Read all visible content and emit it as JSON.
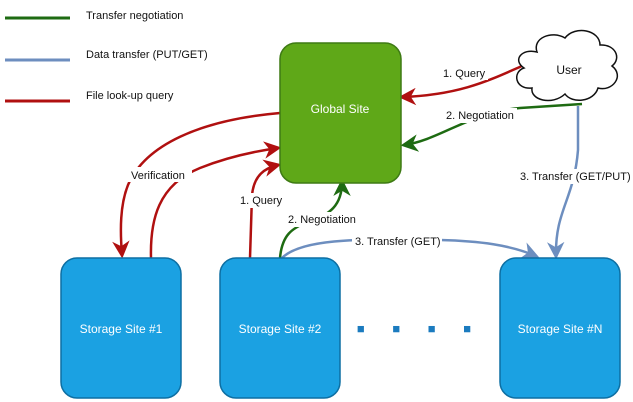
{
  "legend": [
    {
      "label": "Transfer negotiation",
      "color": "#1e6b12"
    },
    {
      "label": "Data transfer (PUT/GET)",
      "color": "#6d8ebf"
    },
    {
      "label": "File look-up query",
      "color": "#b01010"
    }
  ],
  "nodes": {
    "global": {
      "label": "Global Site"
    },
    "user": {
      "label": "User"
    },
    "storage1": {
      "label": "Storage Site #1"
    },
    "storage2": {
      "label": "Storage Site #2"
    },
    "storageN": {
      "label": "Storage Site #N"
    },
    "ellipsis": "■ ■ ■ ■"
  },
  "edge_labels": {
    "user_query": "1. Query",
    "user_negotiation": "2. Negotiation",
    "user_transfer": "3. Transfer (GET/PUT)",
    "verification": "Verification",
    "s2_query": "1. Query",
    "s2_negotiation": "2. Negotiation",
    "s2_transfer": "3. Transfer (GET)"
  },
  "colors": {
    "negotiation": "#1e6b12",
    "data": "#6d8ebf",
    "query": "#b01010",
    "global_fill": "#5fa818",
    "storage_fill": "#1ba1e2"
  }
}
